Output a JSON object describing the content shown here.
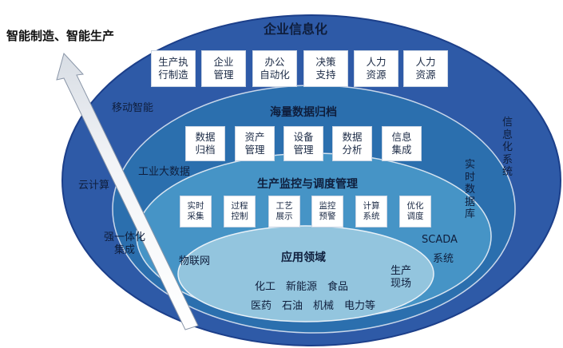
{
  "headline": "智能制造、智能生产",
  "layers": {
    "outer": {
      "title": "企业信息化",
      "items": [
        "生产执\n行制造",
        "企业\n管理",
        "办公\n自动化",
        "决策\n支持",
        "人力\n资源",
        "人力\n资源"
      ]
    },
    "data": {
      "title": "海量数据归档",
      "items": [
        "数据\n归档",
        "资产\n管理",
        "设备\n管理",
        "数据\n分析",
        "信息\n集成"
      ]
    },
    "monitor": {
      "title": "生产监控与调度管理",
      "items": [
        "实时\n采集",
        "过程\n控制",
        "工艺\n展示",
        "监控\n预警",
        "计算\n系统",
        "优化\n调度"
      ]
    },
    "application": {
      "title": "应用领域",
      "row1": "化工　新能源　食品",
      "row2": "医药　石油　机械　电力等"
    }
  },
  "side_labels": {
    "mobile": "移动智能",
    "bigdata": "工业大数据",
    "cloud": "云计算",
    "integration": "强一体化\n集成",
    "iot": "物联网",
    "infosys": "信\n息\n化\n系\n统",
    "realtime": "实\n时\n数\n据\n库",
    "scada_en": "SCADA",
    "scada_cn": "系统",
    "site": "生产\n现场"
  },
  "colors": {
    "outer_ring": "#2e5aa7",
    "data_ring": "#2b6fae",
    "monitor_ring": "#4694c6",
    "app_ring": "#93c5de",
    "outline": "#1c3f8a"
  }
}
